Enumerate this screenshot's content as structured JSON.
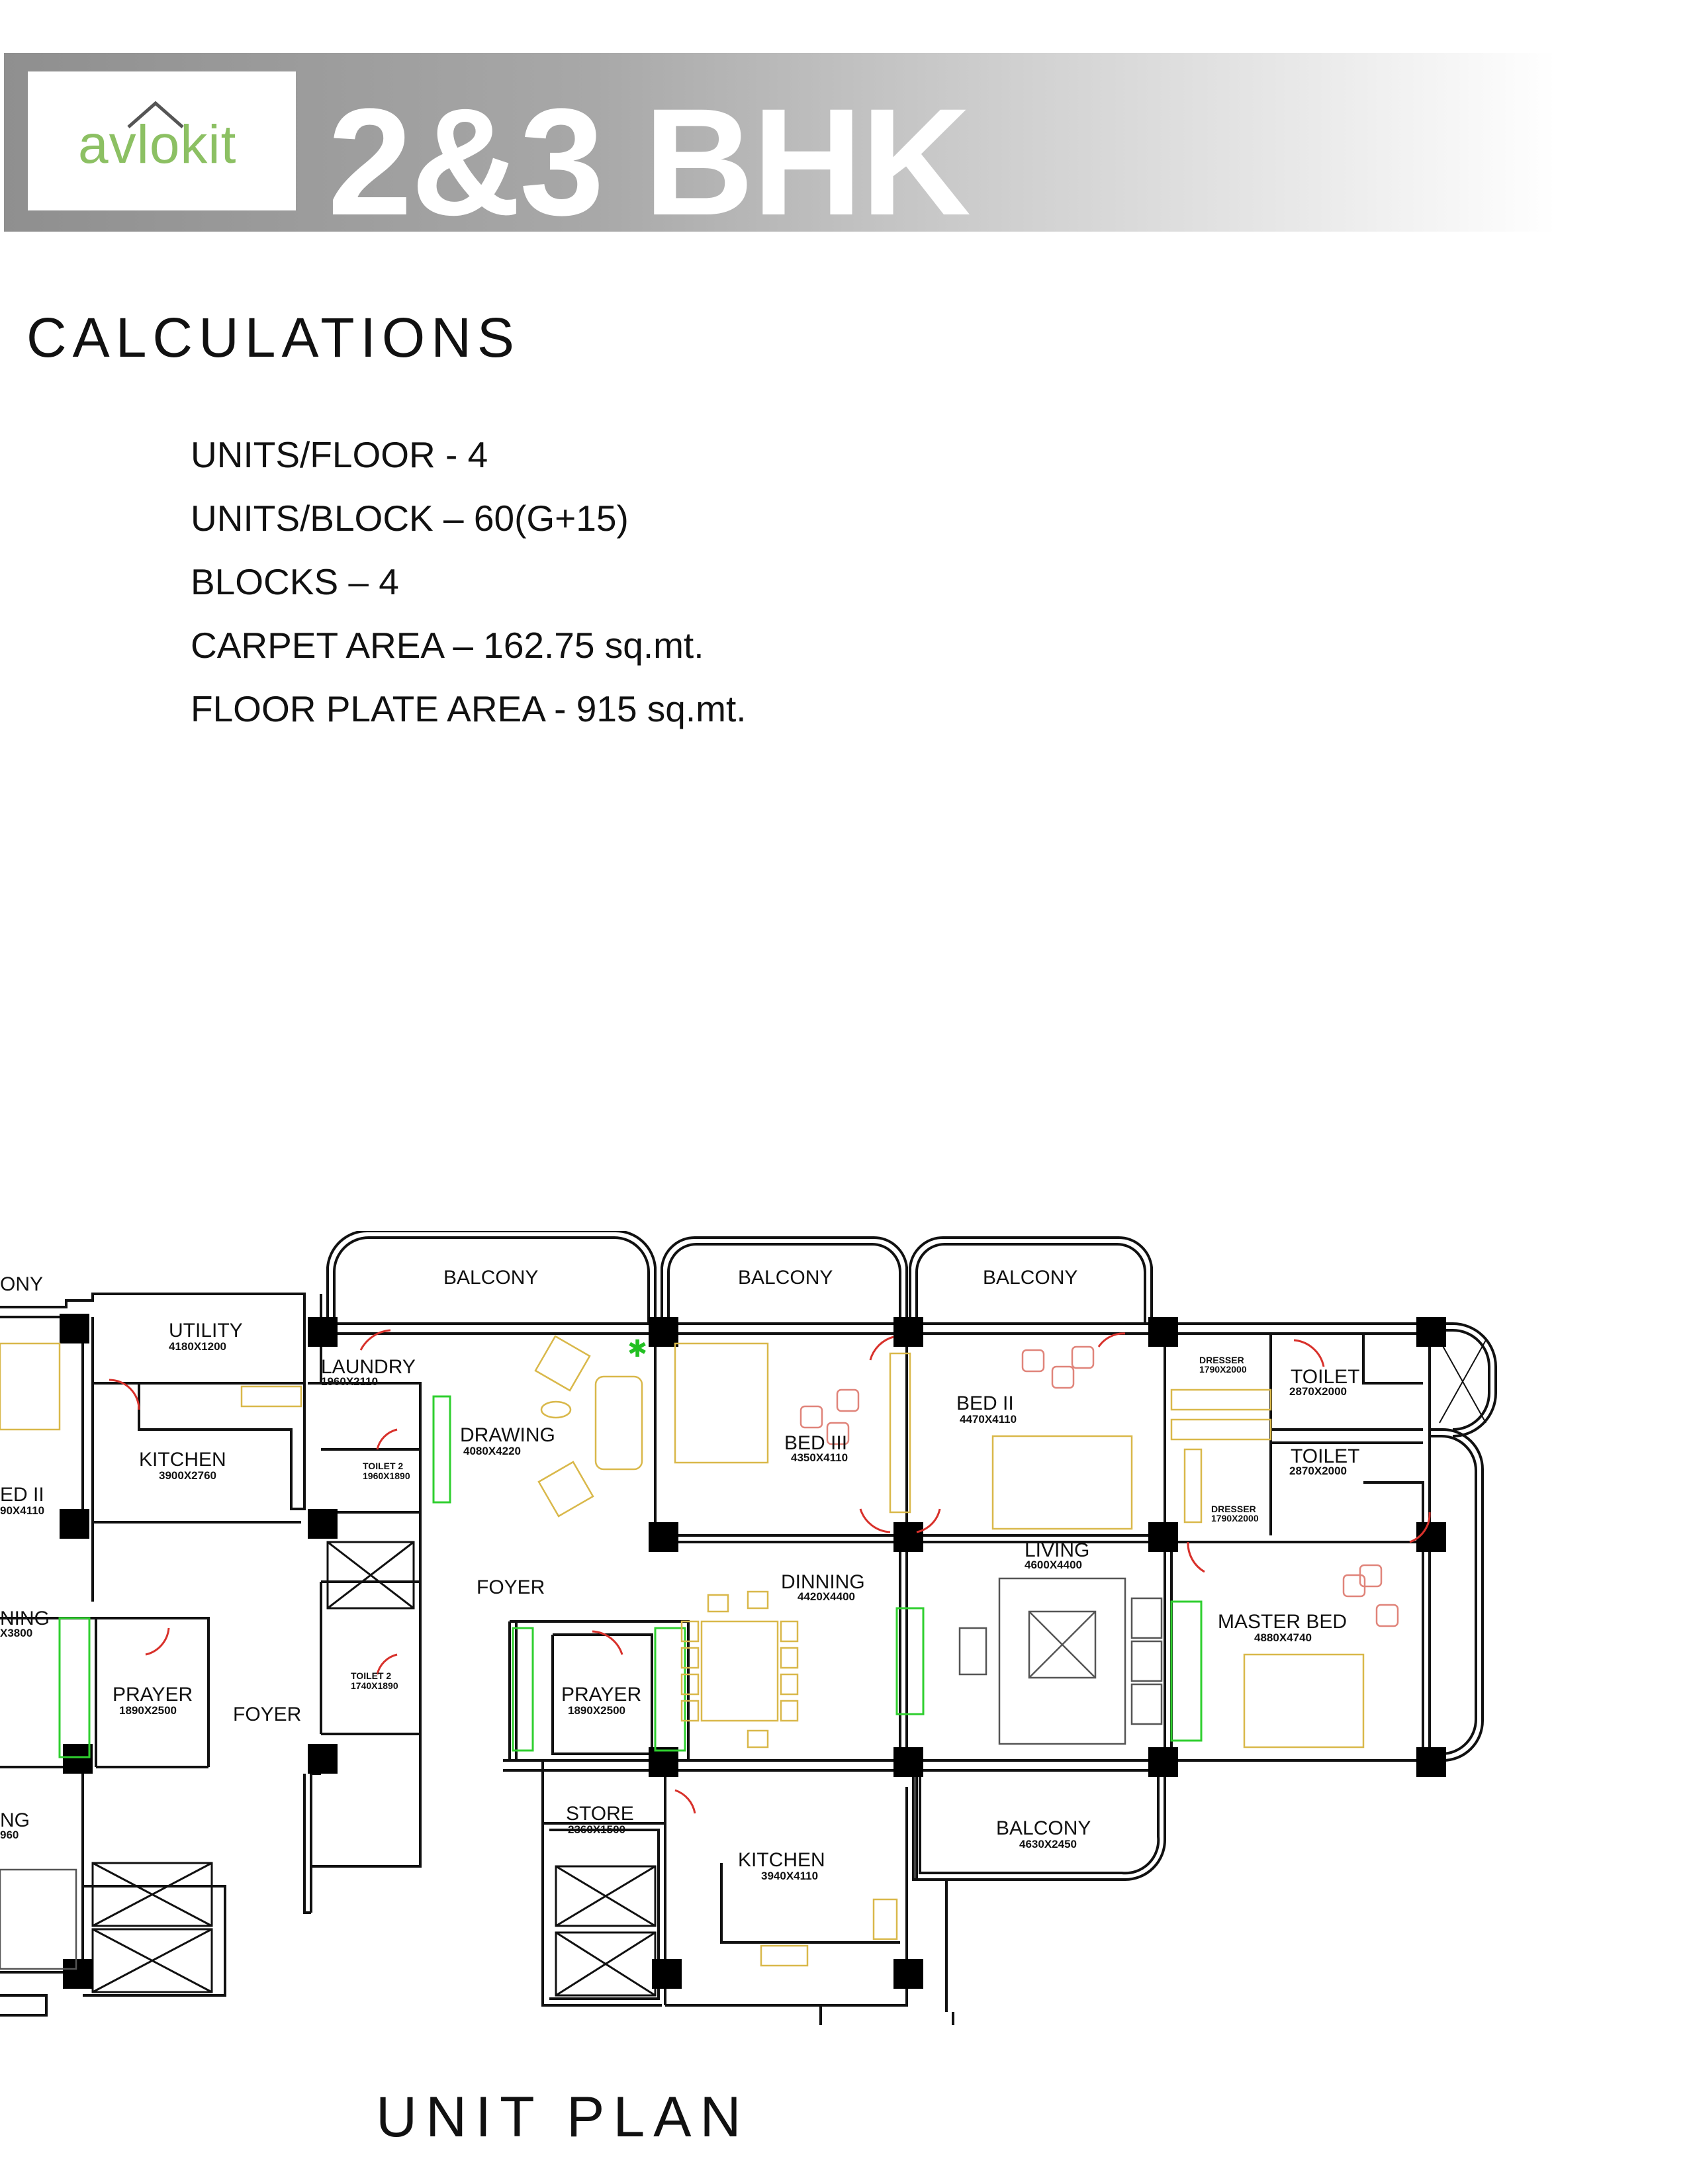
{
  "header": {
    "logo_text": "avlokit",
    "title": "2&3 BHK"
  },
  "calculations": {
    "heading": "CALCULATIONS",
    "items": [
      "UNITS/FLOOR - 4",
      "UNITS/BLOCK – 60(G+15)",
      "BLOCKS – 4",
      "CARPET AREA – 162.75 sq.mt.",
      "FLOOR PLATE AREA - 915 sq.mt."
    ]
  },
  "plan": {
    "caption": "UNIT PLAN",
    "rooms": {
      "balcony_left": "ONY",
      "bed_left": "ED  II",
      "bed_left_dim": "90X4110",
      "dining_left": "NING",
      "dining_left_dim": "X3800",
      "living_left": "NG",
      "living_left_dim": "960",
      "utility": "UTILITY",
      "utility_dim": "4180X1200",
      "kitchen_a": "KITCHEN",
      "kitchen_a_dim": "3900X2760",
      "prayer_a": "PRAYER",
      "prayer_a_dim": "1890X2500",
      "foyer_a": "FOYER",
      "laundry": "LAUNDRY",
      "laundry_dim": "1960X2110",
      "toilet2_a": "TOILET  2",
      "toilet2_a_dim": "1960X1890",
      "toilet2_b": "TOILET  2",
      "toilet2_b_dim": "1740X1890",
      "balcony_1": "BALCONY",
      "drawing": "DRAWING",
      "drawing_dim": "4080X4220",
      "foyer_b": "FOYER",
      "prayer_b": "PRAYER",
      "prayer_b_dim": "1890X2500",
      "balcony_2": "BALCONY",
      "bed3": "BED  III",
      "bed3_dim": "4350X4110",
      "dinning": "DINNING",
      "dinning_dim": "4420X4400",
      "store": "STORE",
      "store_dim": "2360X1500",
      "kitchen_b": "KITCHEN",
      "kitchen_b_dim": "3940X4110",
      "balcony_3": "BALCONY",
      "bed2": "BED  II",
      "bed2_dim": "4470X4110",
      "living": "LIVING",
      "living_dim": "4600X4400",
      "balcony_4": "BALCONY",
      "balcony_4_dim": "4630X2450",
      "dresser_1": "DRESSER",
      "dresser_1_dim": "1790X2000",
      "toilet_1": "TOILET",
      "toilet_1_dim": "2870X2000",
      "toilet_2": "TOILET",
      "toilet_2_dim": "2870X2000",
      "dresser_2": "DRESSER",
      "dresser_2_dim": "1790X2000",
      "master_bed": "MASTER  BED",
      "master_bed_dim": "4880X4740"
    }
  },
  "colors": {
    "logo_green": "#8cc063",
    "furniture_yellow": "#d9b84a",
    "furniture_red": "#e0847a",
    "opening_green": "#2fcf2f",
    "door_red": "#d8312b"
  }
}
